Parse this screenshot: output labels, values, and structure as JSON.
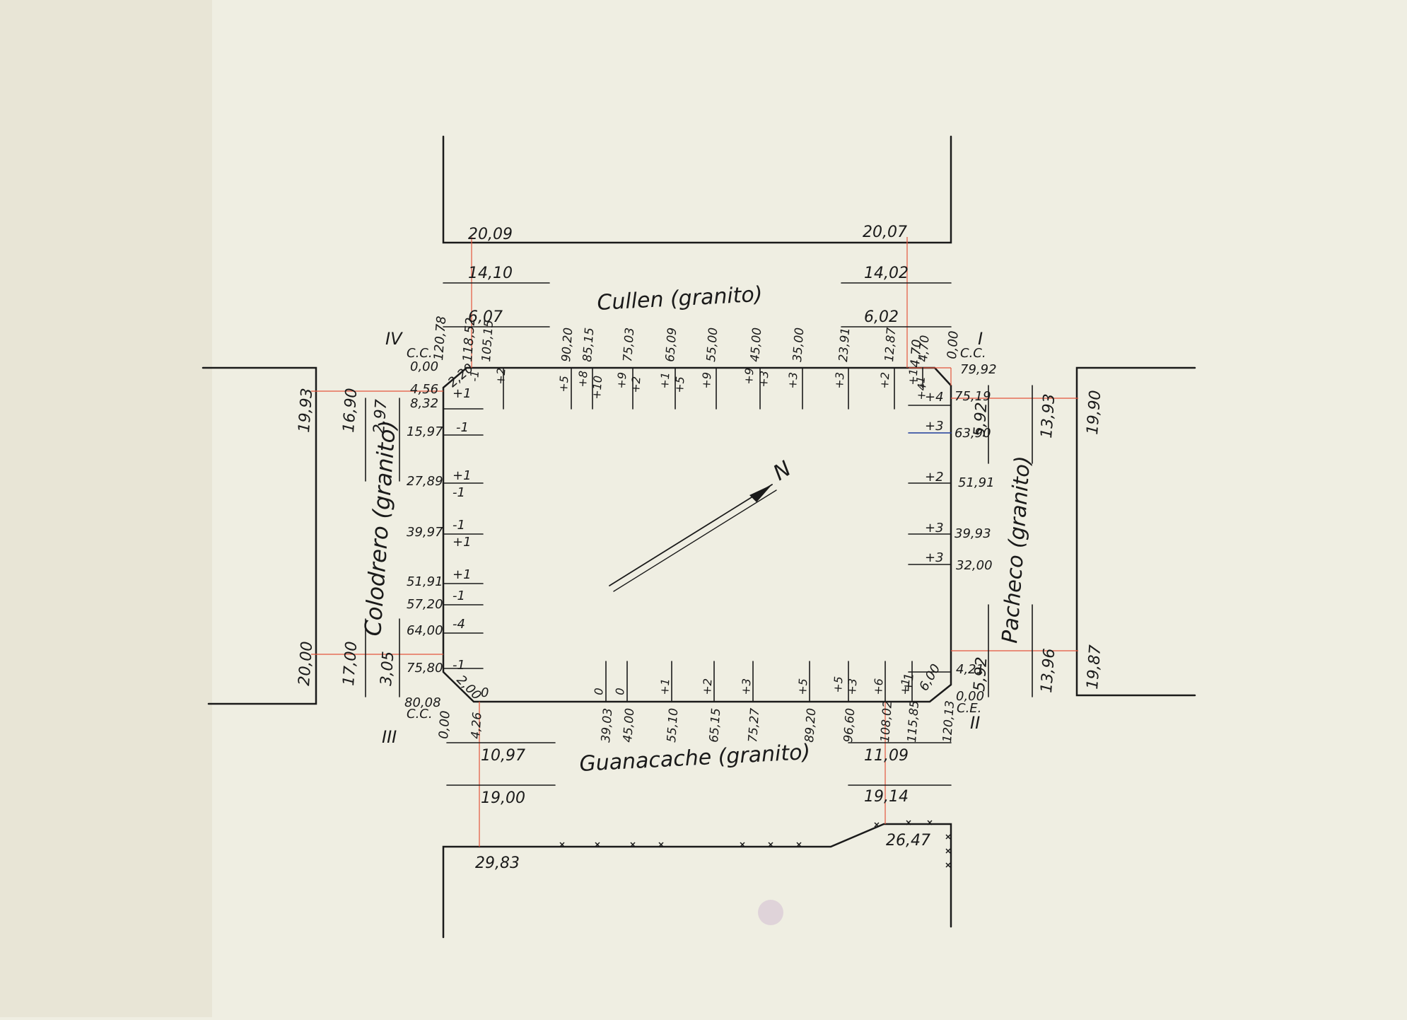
{
  "streets": {
    "north": "Cullen (granito)",
    "south": "Guanacache (granito)",
    "west": "Colodrero (granito)",
    "east": "Pacheco (granito)"
  },
  "corners": {
    "nw": {
      "roman": "IV",
      "cc": "C.C.",
      "zero": "0,00",
      "v1": "120,78",
      "v2": "118,52"
    },
    "ne": {
      "roman": "I",
      "cc": "C.C.",
      "zero": "0,00"
    },
    "sw": {
      "roman": "III",
      "cc": "C.C.",
      "zero": "0,00",
      "v1": "80,08"
    },
    "se": {
      "roman": "II",
      "cc": "C.E.",
      "zero": "0,00"
    }
  },
  "north_top": {
    "left": "20,09",
    "right": "20,07"
  },
  "north_offsets": {
    "left_a": "14,10",
    "left_b": "6,07",
    "right_a": "14,02",
    "right_b": "6,02"
  },
  "north_chainage": [
    "105,15",
    "90,20",
    "85,15",
    "75,03",
    "65,09",
    "55,00",
    "45,00",
    "35,00",
    "23,91",
    "12,87",
    "4,70"
  ],
  "north_levels": [
    "-1",
    "+2",
    "+5",
    "+8",
    "+10",
    "+9",
    "+2",
    "+1",
    "+5",
    "+9",
    "+9",
    "+3",
    "+3",
    "+3",
    "+2",
    "+1",
    "+4",
    "-1"
  ],
  "west_chainage": [
    "4,56",
    "8,32",
    "15,97",
    "27,89",
    "39,97",
    "51,91",
    "57,20",
    "64,00",
    "75,80"
  ],
  "west_levels": [
    "+1",
    "-1",
    "+1",
    "-1",
    "-1",
    "+1",
    "+1",
    "-1",
    "-4",
    "-1",
    "0"
  ],
  "west_chamfer": {
    "top": "2,20",
    "bottom": "2,00"
  },
  "west_offsets": {
    "far_top": "19,93",
    "mid_top": "16,90",
    "near_top": "2,97",
    "far_bottom": "20,00",
    "mid_bottom": "17,00",
    "near_bottom": "3,05"
  },
  "east_chainage": [
    "79,92",
    "75,19",
    "63,90",
    "51,91",
    "39,93",
    "32,00",
    "4,21"
  ],
  "east_levels": [
    "+4",
    "+3",
    "+2",
    "+3",
    "+3",
    "+1"
  ],
  "east_chamfer": {
    "top": "4,70",
    "bottom": "6,00"
  },
  "east_offsets": {
    "near_top": "5,92",
    "mid_top": "13,93",
    "far_top": "19,90",
    "near_bottom": "5,92",
    "mid_bottom": "13,96",
    "far_bottom": "19,87"
  },
  "south_chainage": [
    "4,26",
    "39,03",
    "45,00",
    "55,10",
    "65,15",
    "75,27",
    "89,20",
    "96,60",
    "108,02",
    "115,85",
    "120,13"
  ],
  "south_levels": [
    "0",
    "0",
    "+1",
    "+2",
    "+3",
    "+5",
    "+5",
    "+3",
    "+6",
    "+1"
  ],
  "south_offsets": {
    "left_a": "10,97",
    "left_b": "19,00",
    "left_c": "29,83",
    "right_a": "11,09",
    "right_b": "19,14",
    "right_c": "26,47"
  },
  "north_arrow": "N",
  "colors": {
    "ink": "#1a1a1a",
    "red_ref": "#e4553c",
    "paper": "#efeee2",
    "blue": "#1f3b9b"
  }
}
